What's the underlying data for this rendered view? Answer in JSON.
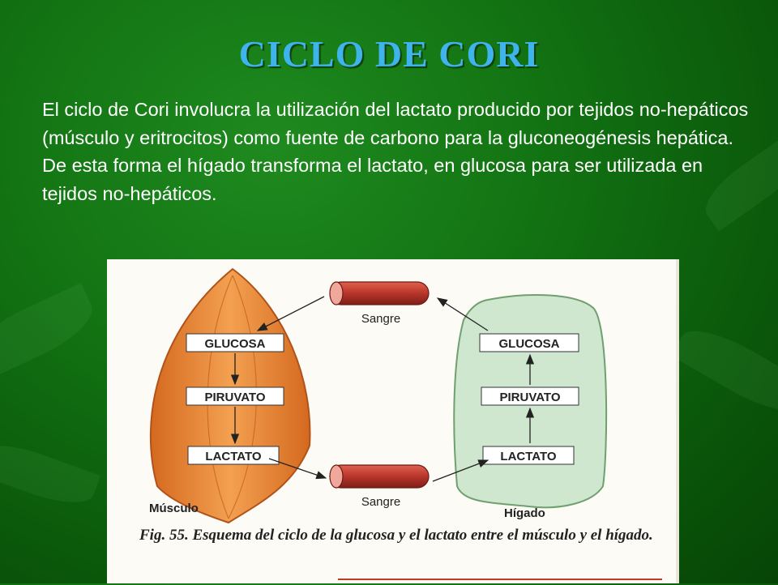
{
  "slide": {
    "title": "CICLO DE CORI",
    "paragraph": "El ciclo de Cori involucra la utilización del lactato producido por tejidos no-hepáticos (músculo y eritrocitos) como fuente de carbono para la gluconeogénesis hepática. De esta forma el hígado transforma el lactato, en glucosa para ser utilizada en tejidos no-hepáticos."
  },
  "diagram": {
    "muscle": {
      "label": "Músculo",
      "boxes": [
        "GLUCOSA",
        "PIRUVATO",
        "LACTATO"
      ],
      "color": "#e8873a"
    },
    "liver": {
      "label": "Hígado",
      "boxes": [
        "GLUCOSA",
        "PIRUVATO",
        "LACTATO"
      ],
      "color": "#cfe6cf"
    },
    "blood_top_label": "Sangre",
    "blood_bottom_label": "Sangre",
    "vessel_color": "#b8352a",
    "caption": "Fig. 55. Esquema del ciclo de la glucosa y el lactato entre el músculo y el hígado."
  }
}
